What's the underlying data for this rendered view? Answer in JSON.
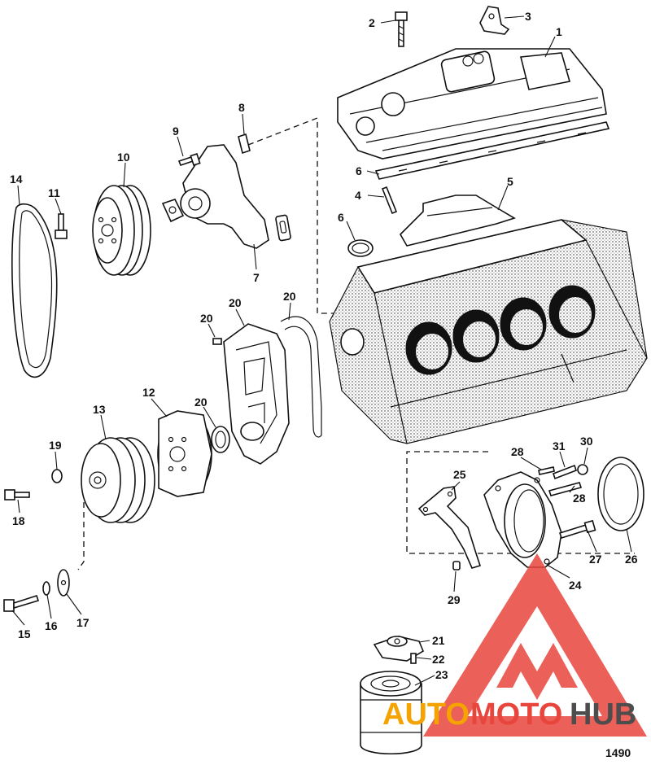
{
  "figure_number": "1490",
  "watermark": {
    "text_part1": "AUTO",
    "text_part2": "MOTO",
    "text_part3": "HUB",
    "color_orange": "#f4a300",
    "color_red": "#e8453c",
    "color_gray": "#4d4d4d"
  },
  "callouts": {
    "c1": "1",
    "c2": "2",
    "c3": "3",
    "c4": "4",
    "c5": "5",
    "c6a": "6",
    "c6b": "6",
    "c7": "7",
    "c8": "8",
    "c9": "9",
    "c10": "10",
    "c11": "11",
    "c12": "12",
    "c13": "13",
    "c14": "14",
    "c15": "15",
    "c16": "16",
    "c17": "17",
    "c18": "18",
    "c19": "19",
    "c20a": "20",
    "c20b": "20",
    "c20c": "20",
    "c20d": "20",
    "c21": "21",
    "c22": "22",
    "c23": "23",
    "c24": "24",
    "c25": "25",
    "c26": "26",
    "c27": "27",
    "c28a": "28",
    "c28b": "28",
    "c29": "29",
    "c30": "30",
    "c31": "31"
  }
}
